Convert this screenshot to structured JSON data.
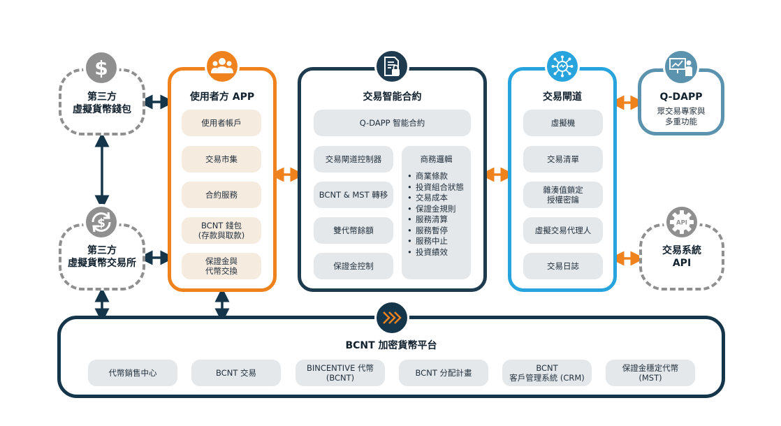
{
  "wallet": {
    "title": "第三方\n虛擬貨幣錢包",
    "icon": "dollar-icon"
  },
  "exchange": {
    "title": "第三方\n虛擬貨幣交易所",
    "icon": "dollar-exchange-icon"
  },
  "user_app": {
    "title": "使用者方 APP",
    "icon": "users-group-icon",
    "items": [
      "使用者帳戶",
      "交易市集",
      "合約服務",
      "BCNT 錢包\n(存款與取款)",
      "保證金與\n代幣交換"
    ]
  },
  "smart_contract": {
    "title": "交易智能合約",
    "icon": "document-lock-icon",
    "top_item": "Q-DAPP 智能合約",
    "left_items": [
      "交易閘道控制器",
      "BCNT & MST 轉移",
      "雙代幣餘額",
      "保證金控制"
    ],
    "business_logic": {
      "title": "商務邏輯",
      "items": [
        "商業條款",
        "投資組合狀態",
        "交易成本",
        "保證金規則",
        "服務清算",
        "服務暫停",
        "服務中止",
        "投資績效"
      ]
    }
  },
  "gateway": {
    "title": "交易閘道",
    "icon": "network-hub-icon",
    "items": [
      "虛擬機",
      "交易清單",
      "雜湊值鎖定\n授權密鑰",
      "虛擬交易代理人",
      "交易日誌"
    ]
  },
  "qdapp": {
    "title": "Q-DAPP",
    "subtitle": "眾交易專家與\n多重功能",
    "icon": "presenter-chart-icon"
  },
  "api": {
    "title": "交易系統\nAPI",
    "icon": "api-gear-icon",
    "icon_label": "API"
  },
  "platform": {
    "title": "BCNT 加密貨幣平台",
    "icon": "chevrons-logo-icon",
    "items": [
      "代幣銷售中心",
      "BCNT 交易",
      "BINCENTIVE 代幣\n(BCNT)",
      "BCNT 分配計畫",
      "BCNT\n客戶管理系統 (CRM)",
      "保證金穩定代幣\n(MST)"
    ]
  },
  "colors": {
    "navy": "#1d3a4e",
    "orange": "#f0821e",
    "blue": "#27a4dd",
    "teal": "#5b92ad",
    "grey": "#8f8f8f",
    "dark": "#15364a"
  }
}
